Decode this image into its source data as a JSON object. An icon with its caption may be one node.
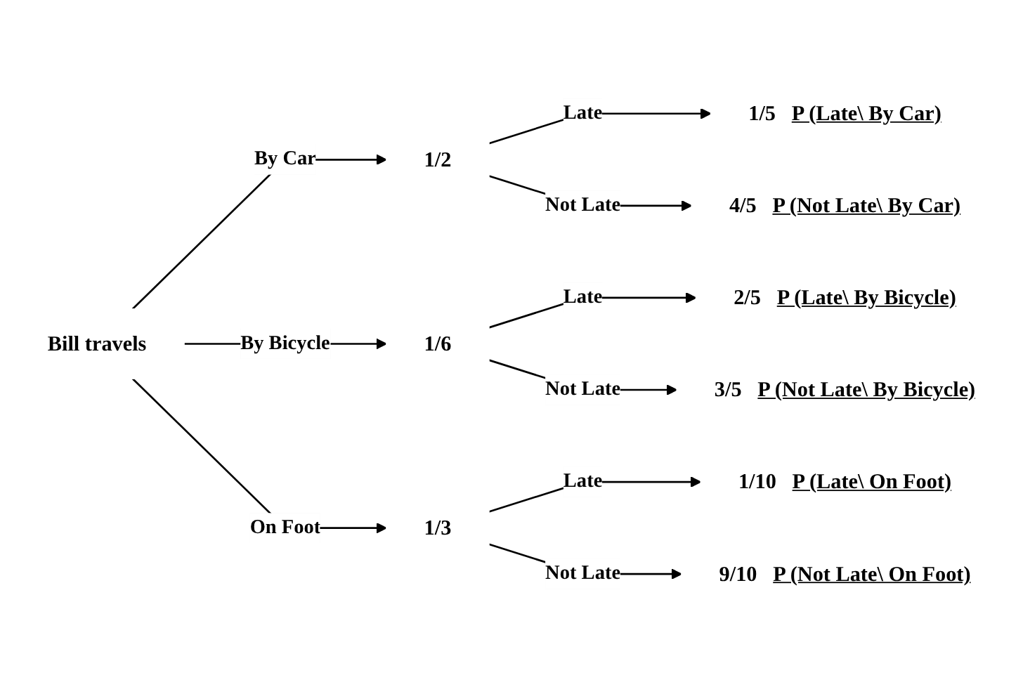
{
  "diagram": {
    "nodes": [
      {
        "text": [
          "Bill travels"
        ]
      },
      {
        "text": [
          "1/2"
        ]
      },
      {
        "text": [
          "1/6"
        ]
      },
      {
        "text": [
          "1/3"
        ]
      },
      {
        "text": [
          "1/5",
          "P (Late\\ By Car)"
        ]
      },
      {
        "text": [
          "4/5",
          "P (Not Late\\ By Car)"
        ]
      },
      {
        "text": [
          "2/5",
          "P (Late\\ By Bicycle)"
        ]
      },
      {
        "text": [
          "3/5",
          "P (Not Late\\ By Bicycle)"
        ]
      },
      {
        "text": [
          "1/10",
          "P (Late\\ On Foot)"
        ]
      },
      {
        "text": [
          "9/10",
          "P (Not Late\\ On Foot)"
        ]
      }
    ],
    "edges": [
      {
        "from": 0,
        "to": 1,
        "arrow": "to",
        "label": "By Car"
      },
      {
        "from": 0,
        "to": 2,
        "arrow": "to",
        "label": "By Bicycle"
      },
      {
        "from": 0,
        "to": 3,
        "arrow": "to",
        "label": "On Foot"
      },
      {
        "from": 1,
        "to": 4,
        "arrow": "to",
        "label": "Late"
      },
      {
        "from": 1,
        "to": 5,
        "arrow": "to",
        "label": "Not Late"
      },
      {
        "from": 2,
        "to": 6,
        "arrow": "to",
        "label": "Late"
      },
      {
        "from": 2,
        "to": 7,
        "arrow": "to",
        "label": "Not Late"
      },
      {
        "from": 3,
        "to": 8,
        "arrow": "to",
        "label": "Late"
      },
      {
        "from": 3,
        "to": 9,
        "arrow": "to",
        "label": "Not Late"
      }
    ]
  }
}
